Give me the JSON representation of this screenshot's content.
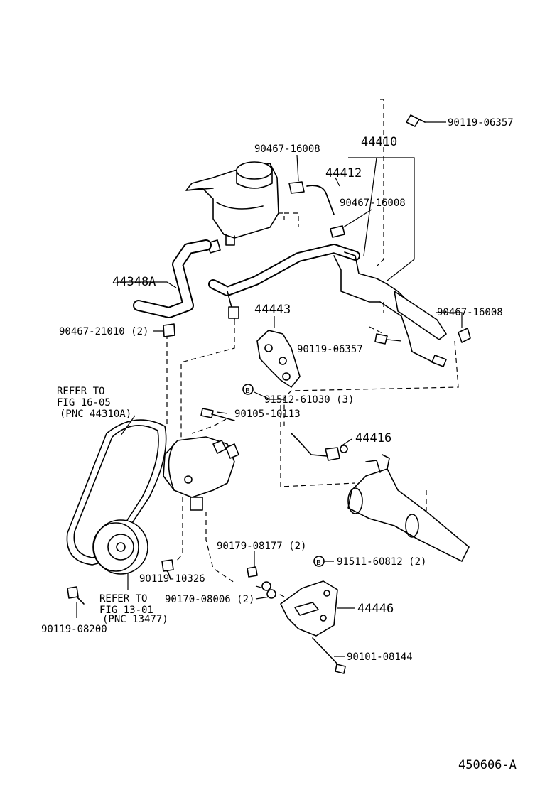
{
  "diagram_id": "450606-A",
  "callouts": {
    "c_90119_06357_top": "90119-06357",
    "c_44410": "44410",
    "c_90467_16008_a": "90467-16008",
    "c_44412": "44412",
    "c_90467_16008_b": "90467-16008",
    "c_44348A": "44348A",
    "c_44443": "44443",
    "c_90467_16008_c": "90467-16008",
    "c_90467_21010": "90467-21010 (2)",
    "c_90119_06357_mid": "90119-06357",
    "c_91512_61030": "91512-61030 (3)",
    "c_90105_10113": "90105-10113",
    "c_44416": "44416",
    "c_90179_08177": "90179-08177 (2)",
    "c_91511_60812": "91511-60812 (2)",
    "c_90119_10326": "90119-10326",
    "c_90170_08006": "90170-08006 (2)",
    "c_44446": "44446",
    "c_90101_08144": "90101-08144",
    "c_90119_08200": "90119-08200"
  },
  "notes": {
    "belt_l1": "REFER TO",
    "belt_l2": "FIG 16-05",
    "belt_l3": "(PNC 44310A)",
    "pulley_l1": "REFER TO",
    "pulley_l2": "FIG 13-01",
    "pulley_l3": "(PNC 13477)"
  },
  "symbols": {
    "washer_mark": "B"
  }
}
